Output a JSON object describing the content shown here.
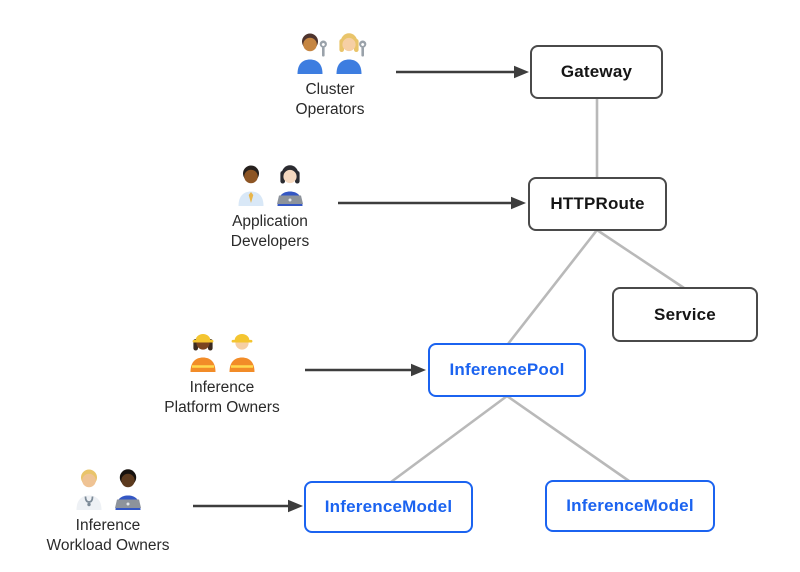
{
  "diagram": {
    "background_color": "#ffffff",
    "colors": {
      "standard_node_border": "#4a4a4a",
      "standard_node_text": "#151515",
      "inference_node_border": "#1b63f0",
      "inference_node_text": "#1b63f0",
      "connector_line": "#b9b9b9",
      "actor_arrow": "#3d3d3d",
      "actor_label_text": "#2a2a2a"
    },
    "nodes": [
      {
        "id": "gateway",
        "label": "Gateway",
        "style": "standard"
      },
      {
        "id": "httproute",
        "label": "HTTPRoute",
        "style": "standard"
      },
      {
        "id": "service",
        "label": "Service",
        "style": "standard"
      },
      {
        "id": "inferencepool",
        "label": "InferencePool",
        "style": "inference"
      },
      {
        "id": "inferencemodel-left",
        "label": "InferenceModel",
        "style": "inference"
      },
      {
        "id": "inferencemodel-right",
        "label": "InferenceModel",
        "style": "inference"
      }
    ],
    "actors": [
      {
        "id": "cluster-operators",
        "label_lines": [
          "Cluster",
          "Operators"
        ],
        "icons": [
          "man-mechanic",
          "woman-mechanic"
        ],
        "emoji": "👨🏽‍🔧 👩🏼‍🔧",
        "arrow_to": "gateway"
      },
      {
        "id": "application-developers",
        "label_lines": [
          "Application",
          "Developers"
        ],
        "icons": [
          "man-office-worker",
          "woman-technologist"
        ],
        "emoji": "👨🏾‍💼 👩🏻‍💻",
        "arrow_to": "httproute"
      },
      {
        "id": "inference-platform-owners",
        "label_lines": [
          "Inference",
          "Platform Owners"
        ],
        "icons": [
          "woman-construction-worker",
          "man-construction-worker"
        ],
        "emoji": "👷🏾‍♀️ 👷🏻",
        "arrow_to": "inferencepool"
      },
      {
        "id": "inference-workload-owners",
        "label_lines": [
          "Inference",
          "Workload Owners"
        ],
        "icons": [
          "health-worker",
          "man-technologist"
        ],
        "emoji": "🧑🏼‍⚕️ 👨🏿‍💻",
        "arrow_to": "inferencemodel-left"
      }
    ],
    "edges": [
      {
        "from": "gateway",
        "to": "httproute"
      },
      {
        "from": "httproute",
        "to": "inferencepool"
      },
      {
        "from": "httproute",
        "to": "service"
      },
      {
        "from": "inferencepool",
        "to": "inferencemodel-left"
      },
      {
        "from": "inferencepool",
        "to": "inferencemodel-right"
      }
    ]
  }
}
